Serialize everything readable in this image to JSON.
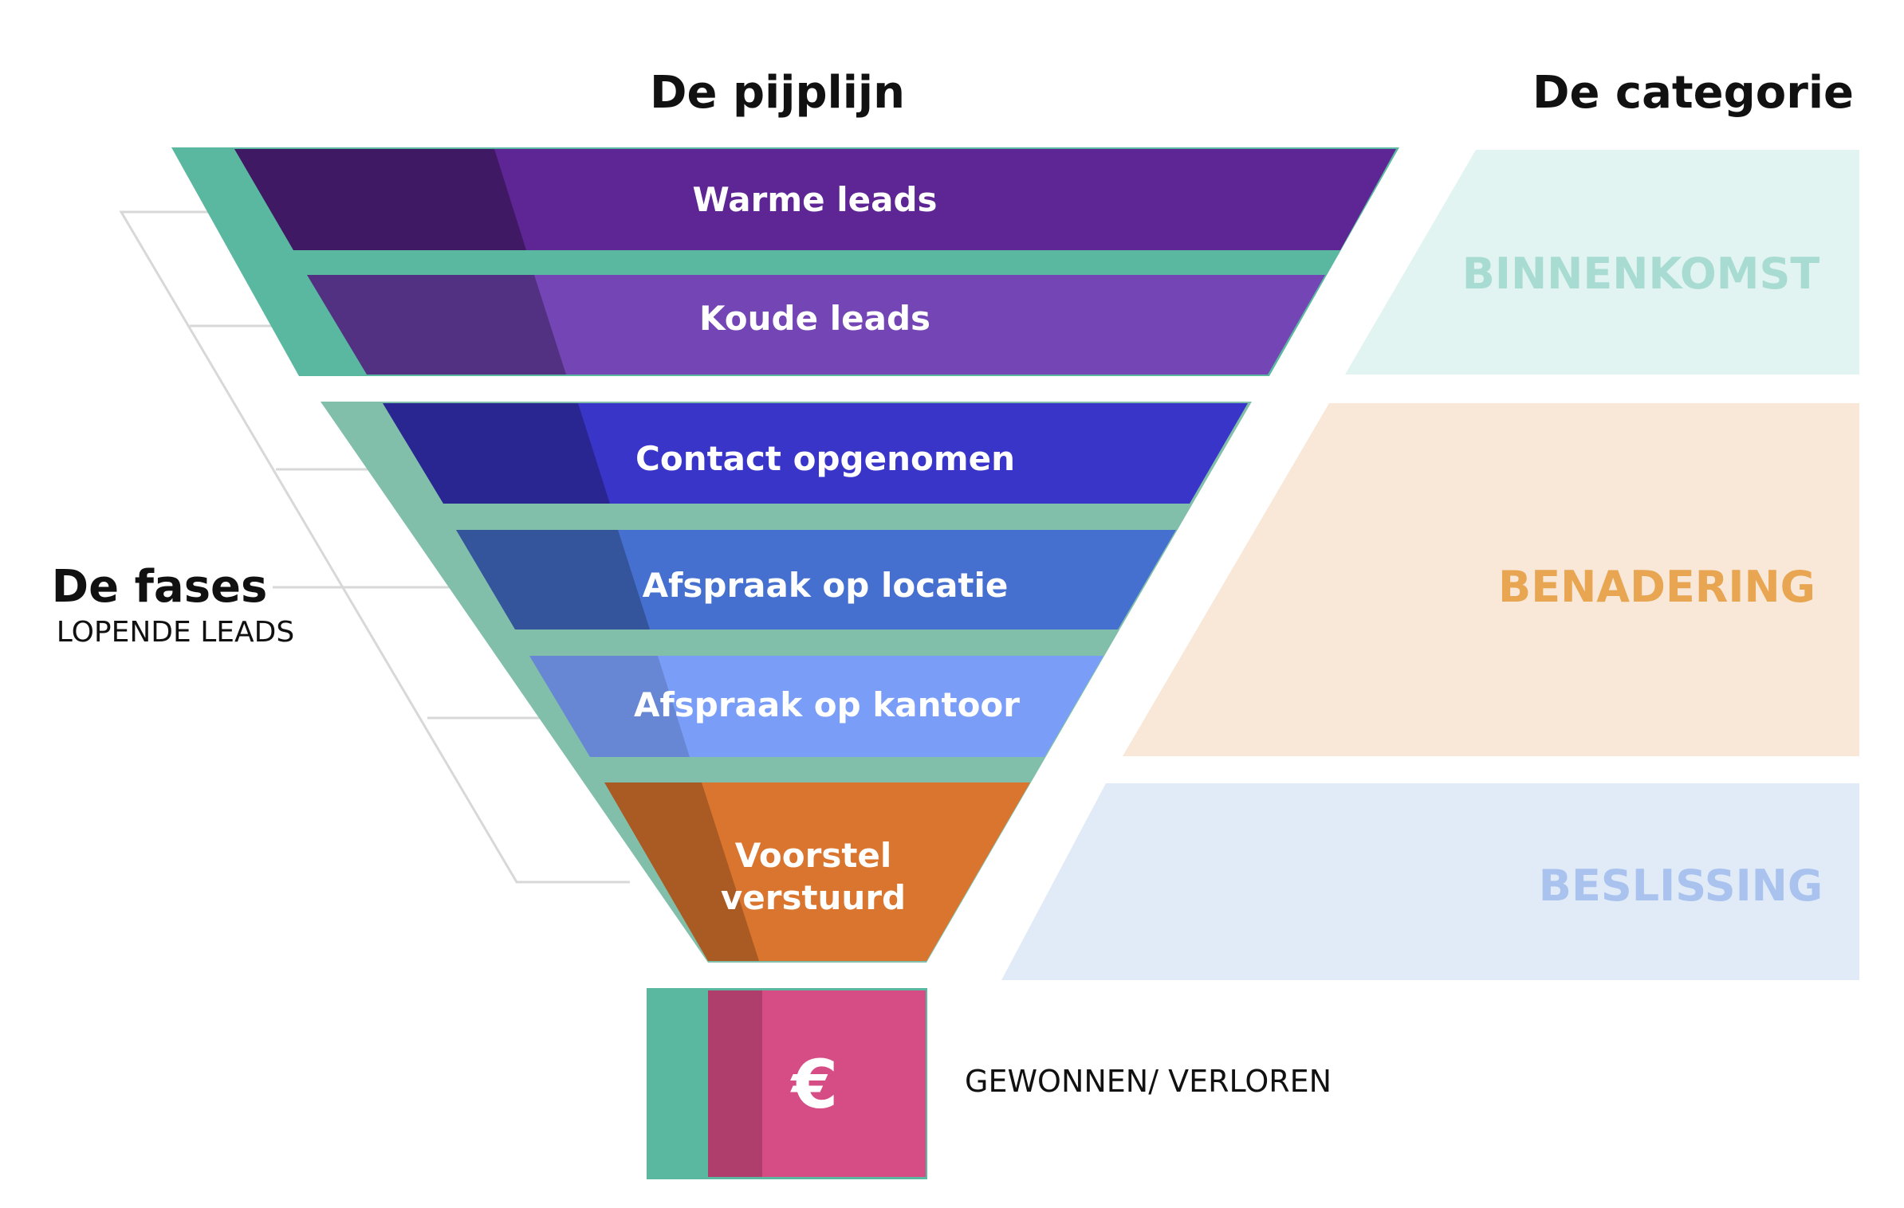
{
  "headers": {
    "pipeline": "De pijplijn",
    "category": "De categorie"
  },
  "phases": {
    "title": "De fases",
    "subtitle": "LOPENDE LEADS"
  },
  "stages": [
    {
      "label": "Warme leads"
    },
    {
      "label": "Koude leads"
    },
    {
      "label": "Contact opgenomen"
    },
    {
      "label": "Afspraak op locatie"
    },
    {
      "label": "Afspraak op kantoor"
    },
    {
      "label_line1": "Voorstel",
      "label_line2": "verstuurd"
    }
  ],
  "categories": [
    {
      "label": "BINNENKOMST"
    },
    {
      "label": "BENADERING"
    },
    {
      "label": "BESLISSING"
    }
  ],
  "outcome": {
    "icon": "euro-icon",
    "symbol": "€",
    "label": "GEWONNEN/ VERLOREN"
  },
  "colors": {
    "teal": "#5bb8a0",
    "teal_light": "#82bfaa",
    "warm_leads": "#5e2594",
    "koude_leads": "#7445b5",
    "contact": "#3a35c9",
    "afspraak_locatie": "#4670d0",
    "afspraak_kantoor": "#7a9ef8",
    "voorstel": "#d9752e",
    "euro_box": "#d64c85",
    "cat_binnenkomst_bg": "#e1f4f1",
    "cat_binnenkomst_text": "#a8dcd2",
    "cat_benadering_bg": "#f9e8d8",
    "cat_benadering_text": "#e8a552",
    "cat_beslissing_bg": "#e1ebf8",
    "cat_beslissing_text": "#a9c3ee"
  }
}
